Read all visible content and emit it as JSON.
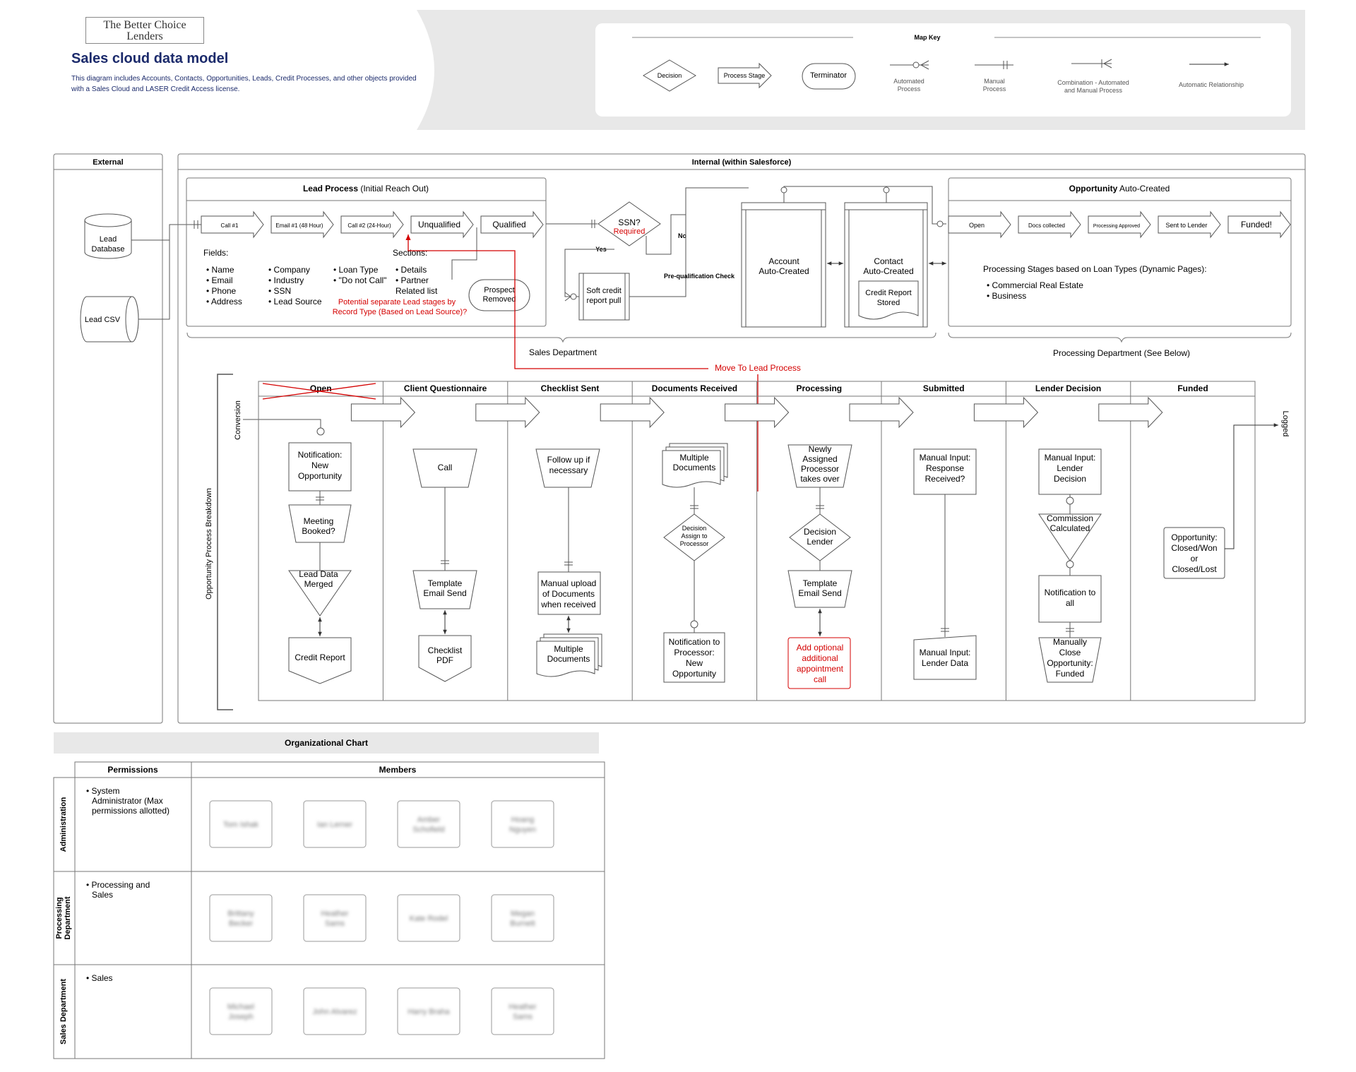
{
  "header": {
    "logo": "The Better Choice Lenders",
    "title": "Sales cloud data model",
    "description": "This diagram includes Accounts, Contacts, Opportunities, Leads, Credit Processes, and other objects provided with a Sales Cloud and LASER Credit Access license."
  },
  "map_key": {
    "title": "Map Key",
    "decision": "Decision",
    "process_stage": "Process Stage",
    "terminator": "Terminator",
    "automated_1": "Automated",
    "automated_2": "Process",
    "manual_1": "Manual",
    "manual_2": "Process",
    "combo_1": "Combination - Automated",
    "combo_2": "and Manual Process",
    "auto_rel": "Automatic Relationship"
  },
  "external": {
    "title": "External",
    "lead_db_1": "Lead",
    "lead_db_2": "Database",
    "lead_csv": "Lead CSV"
  },
  "internal": {
    "title": "Internal (within Salesforce)",
    "sales_dept": "Sales Department",
    "processing_dept": "Processing Department (See Below)"
  },
  "lead_process": {
    "title_bold": "Lead Process",
    "title_rest": " (Initial Reach Out)",
    "stages": [
      "Call #1",
      "Email #1 (48 Hour)",
      "Call #2 (24-Hour)",
      "Unqualified",
      "Qualified"
    ],
    "fields_label": "Fields:",
    "fields_col1": [
      "• Name",
      "• Email",
      "• Phone",
      "• Address"
    ],
    "fields_col2": [
      "• Company",
      "• Industry",
      "• SSN",
      "• Lead Source"
    ],
    "fields_col3": [
      "• Loan Type",
      "• \"Do not Call\""
    ],
    "sections_label": "Sections:",
    "sections": [
      "• Details",
      "• Partner",
      "  Related list"
    ],
    "prospect_1": "Prospect",
    "prospect_2": "Removed",
    "note_1": "Potential separate Lead stages by",
    "note_2": "Record Type (Based on Lead Source)?"
  },
  "ssn": {
    "label": "SSN?",
    "required": "Required",
    "yes": "Yes",
    "no": "No",
    "soft_credit_1": "Soft credit",
    "soft_credit_2": "report pull",
    "prequal": "Pre-qualification Check"
  },
  "account": {
    "l1": "Account",
    "l2": "Auto-Created"
  },
  "contact": {
    "l1": "Contact",
    "l2": "Auto-Created",
    "doc1": "Credit Report",
    "doc2": "Stored"
  },
  "opportunity": {
    "title_bold": "Opportunity",
    "title_rest": " Auto-Created",
    "stages": [
      "Open",
      "Docs collected",
      "Processing Approved",
      "Sent to Lender",
      "Funded!"
    ],
    "stages_label": "Processing Stages based on Loan Types (Dynamic Pages):",
    "types": [
      "• Commercial Real Estate",
      "• Business"
    ]
  },
  "move_to_lead": "Move To Lead Process",
  "breakdown": {
    "side_label": "Opportunity Process Breakdown",
    "conversion": "Conversion",
    "logged": "Logged",
    "columns": [
      "Open",
      "Client Questionnaire",
      "Checklist Sent",
      "Documents Received",
      "Processing",
      "Submitted",
      "Lender Decision",
      "Funded"
    ],
    "open": {
      "notif": [
        "Notification:",
        "New",
        "Opportunity"
      ],
      "meeting": [
        "Meeting",
        "Booked?"
      ],
      "lead_merge": [
        "Lead Data",
        "Merged"
      ],
      "credit": "Credit Report"
    },
    "questionnaire": {
      "call": "Call",
      "template": [
        "Template",
        "Email Send"
      ],
      "checklist": [
        "Checklist",
        "PDF"
      ]
    },
    "checklist_sent": {
      "follow": [
        "Follow up if",
        "necessary"
      ],
      "upload": [
        "Manual upload",
        "of Documents",
        "when received"
      ],
      "multi": [
        "Multiple",
        "Documents"
      ]
    },
    "docs_received": {
      "multi": [
        "Multiple",
        "Documents"
      ],
      "decision": [
        "Decision",
        "Assign to",
        "Processor"
      ],
      "notif": [
        "Notification to",
        "Processor:",
        "New",
        "Opportunity"
      ]
    },
    "processing": {
      "newly": [
        "Newly",
        "Assigned",
        "Processor",
        "takes over"
      ],
      "decision": [
        "Decision",
        "Lender"
      ],
      "template": [
        "Template",
        "Email Send"
      ],
      "add": [
        "Add optional",
        "additional",
        "appointment",
        "call"
      ]
    },
    "submitted": {
      "manual_resp": [
        "Manual Input:",
        "Response",
        "Received?"
      ],
      "manual_data": [
        "Manual Input:",
        "Lender Data"
      ]
    },
    "lender_decision": {
      "manual": [
        "Manual Input:",
        "Lender",
        "Decision"
      ],
      "commission": [
        "Commission",
        "Calculated"
      ],
      "notif": [
        "Notification to",
        "all"
      ],
      "close": [
        "Manually",
        "Close",
        "Opportunity:",
        "Funded"
      ]
    },
    "funded": {
      "closed": [
        "Opportunity:",
        "Closed/Won",
        "or",
        "Closed/Lost"
      ]
    }
  },
  "org_chart": {
    "title": "Organizational Chart",
    "permissions_header": "Permissions",
    "members_header": "Members",
    "rows": [
      {
        "dept": "Administration",
        "dept_lines": [
          "Administration"
        ],
        "perm": [
          "• System",
          "Administrator (Max",
          "permissions allotted)"
        ],
        "members": [
          [
            "Tom Ishak"
          ],
          [
            "Ian Lerner"
          ],
          [
            "Amber",
            "Schofield"
          ],
          [
            "Hoang",
            "Nguyen"
          ]
        ]
      },
      {
        "dept": "Processing Department",
        "dept_lines": [
          "Processing",
          "Department"
        ],
        "perm": [
          "• Processing and",
          "Sales"
        ],
        "members": [
          [
            "Brittany",
            "Becker"
          ],
          [
            "Heather",
            "Sams"
          ],
          [
            "Kate Rodel"
          ],
          [
            "Megan",
            "Burnett"
          ]
        ]
      },
      {
        "dept": "Sales Department",
        "dept_lines": [
          "Sales Department"
        ],
        "perm": [
          "• Sales"
        ],
        "members": [
          [
            "Michael",
            "Joseph"
          ],
          [
            "John Alvarez"
          ],
          [
            "Harry Braha"
          ],
          [
            "Heather",
            "Sams"
          ]
        ]
      }
    ]
  },
  "colors": {
    "line": "#555555",
    "navy": "#1b2a6b",
    "red": "#d40000",
    "header_bg": "#e8e8e8"
  }
}
